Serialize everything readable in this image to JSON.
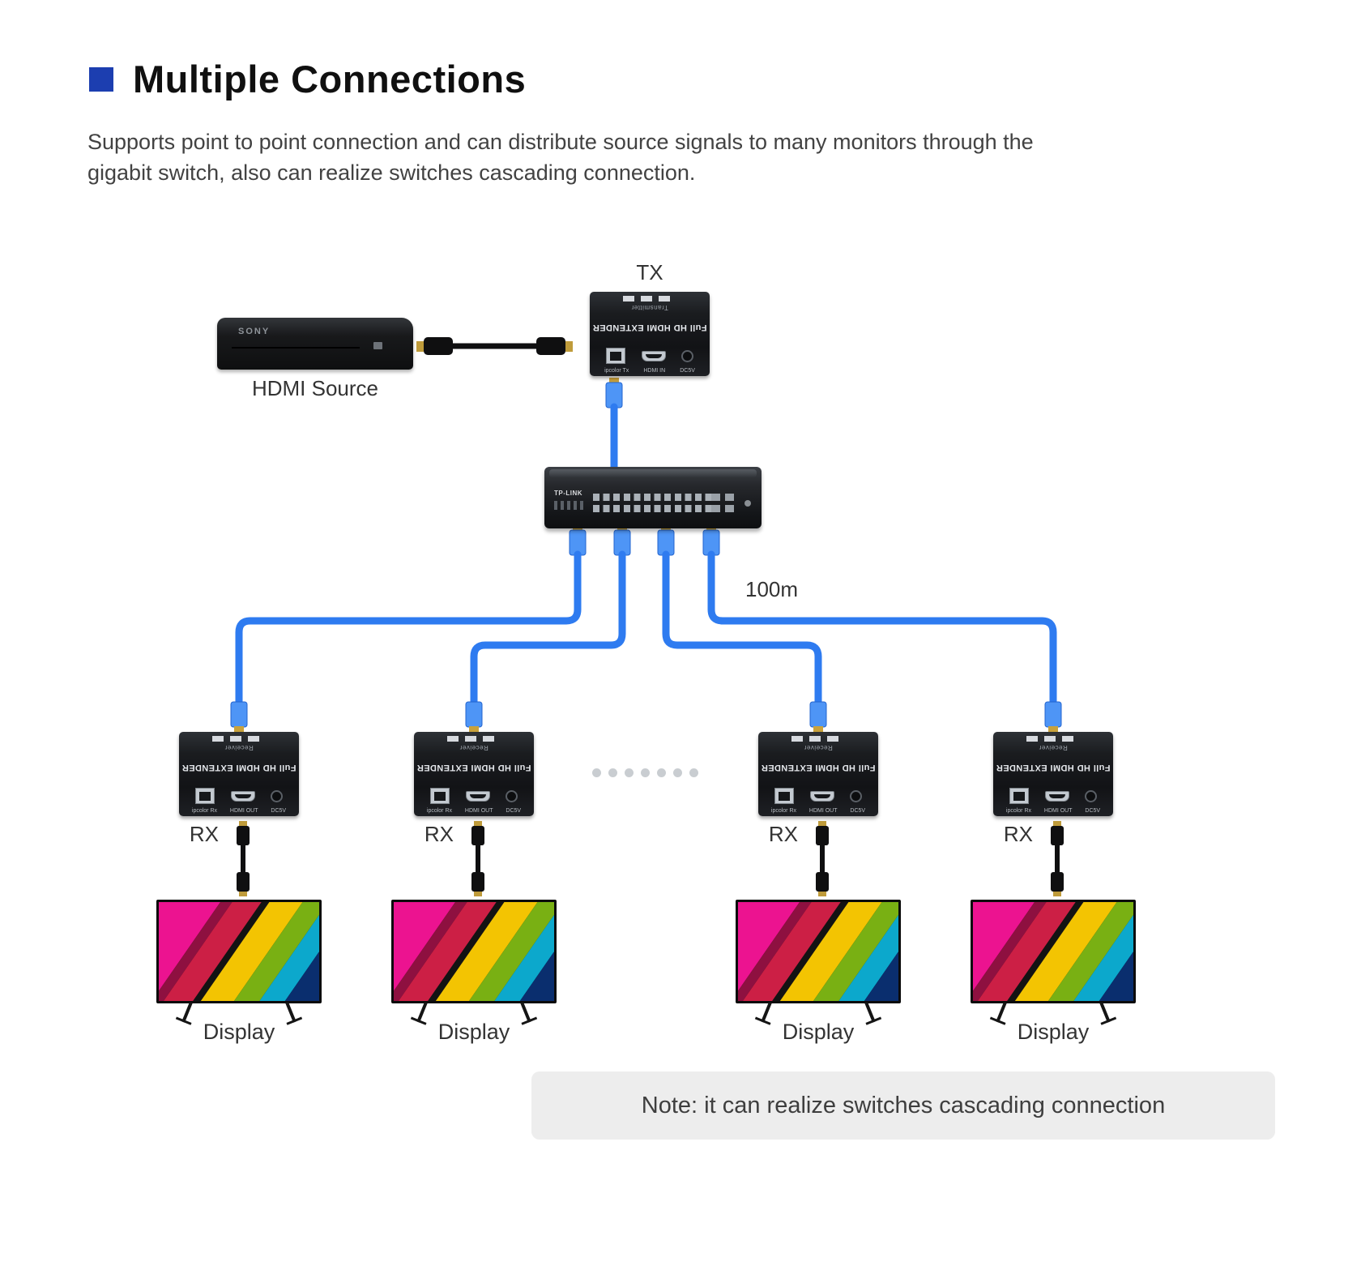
{
  "header": {
    "title": "Multiple Connections",
    "description": "Supports point to point connection and can distribute source signals to many monitors through the gigabit switch, also can realize switches cascading connection."
  },
  "diagram": {
    "tx_label": "TX",
    "source": {
      "brand": "SONY",
      "label": "HDMI Source"
    },
    "extender_title": "Full HD HDMI EXTENDER",
    "tx_device": {
      "subtitle": "Transmitter",
      "ports": {
        "lan": "ipcolor Tx",
        "hdmi": "HDMI IN",
        "power": "DC5V"
      }
    },
    "switch": {
      "brand": "TP-LINK"
    },
    "distance_label": "100m",
    "rx_units": [
      {
        "label": "RX",
        "subtitle": "Receiver",
        "display_label": "Display",
        "ports": {
          "lan": "ipcolor Rx",
          "hdmi": "HDMI OUT",
          "power": "DC5V"
        }
      },
      {
        "label": "RX",
        "subtitle": "Receiver",
        "display_label": "Display",
        "ports": {
          "lan": "ipcolor Rx",
          "hdmi": "HDMI OUT",
          "power": "DC5V"
        }
      },
      {
        "label": "RX",
        "subtitle": "Receiver",
        "display_label": "Display",
        "ports": {
          "lan": "ipcolor Rx",
          "hdmi": "HDMI OUT",
          "power": "DC5V"
        }
      },
      {
        "label": "RX",
        "subtitle": "Receiver",
        "display_label": "Display",
        "ports": {
          "lan": "ipcolor Rx",
          "hdmi": "HDMI OUT",
          "power": "DC5V"
        }
      }
    ],
    "note": "Note: it can realize switches cascading connection"
  },
  "colors": {
    "accent_blue": "#1c3eb0",
    "cable_blue": "#2e7bf0",
    "note_background": "#ededed"
  }
}
